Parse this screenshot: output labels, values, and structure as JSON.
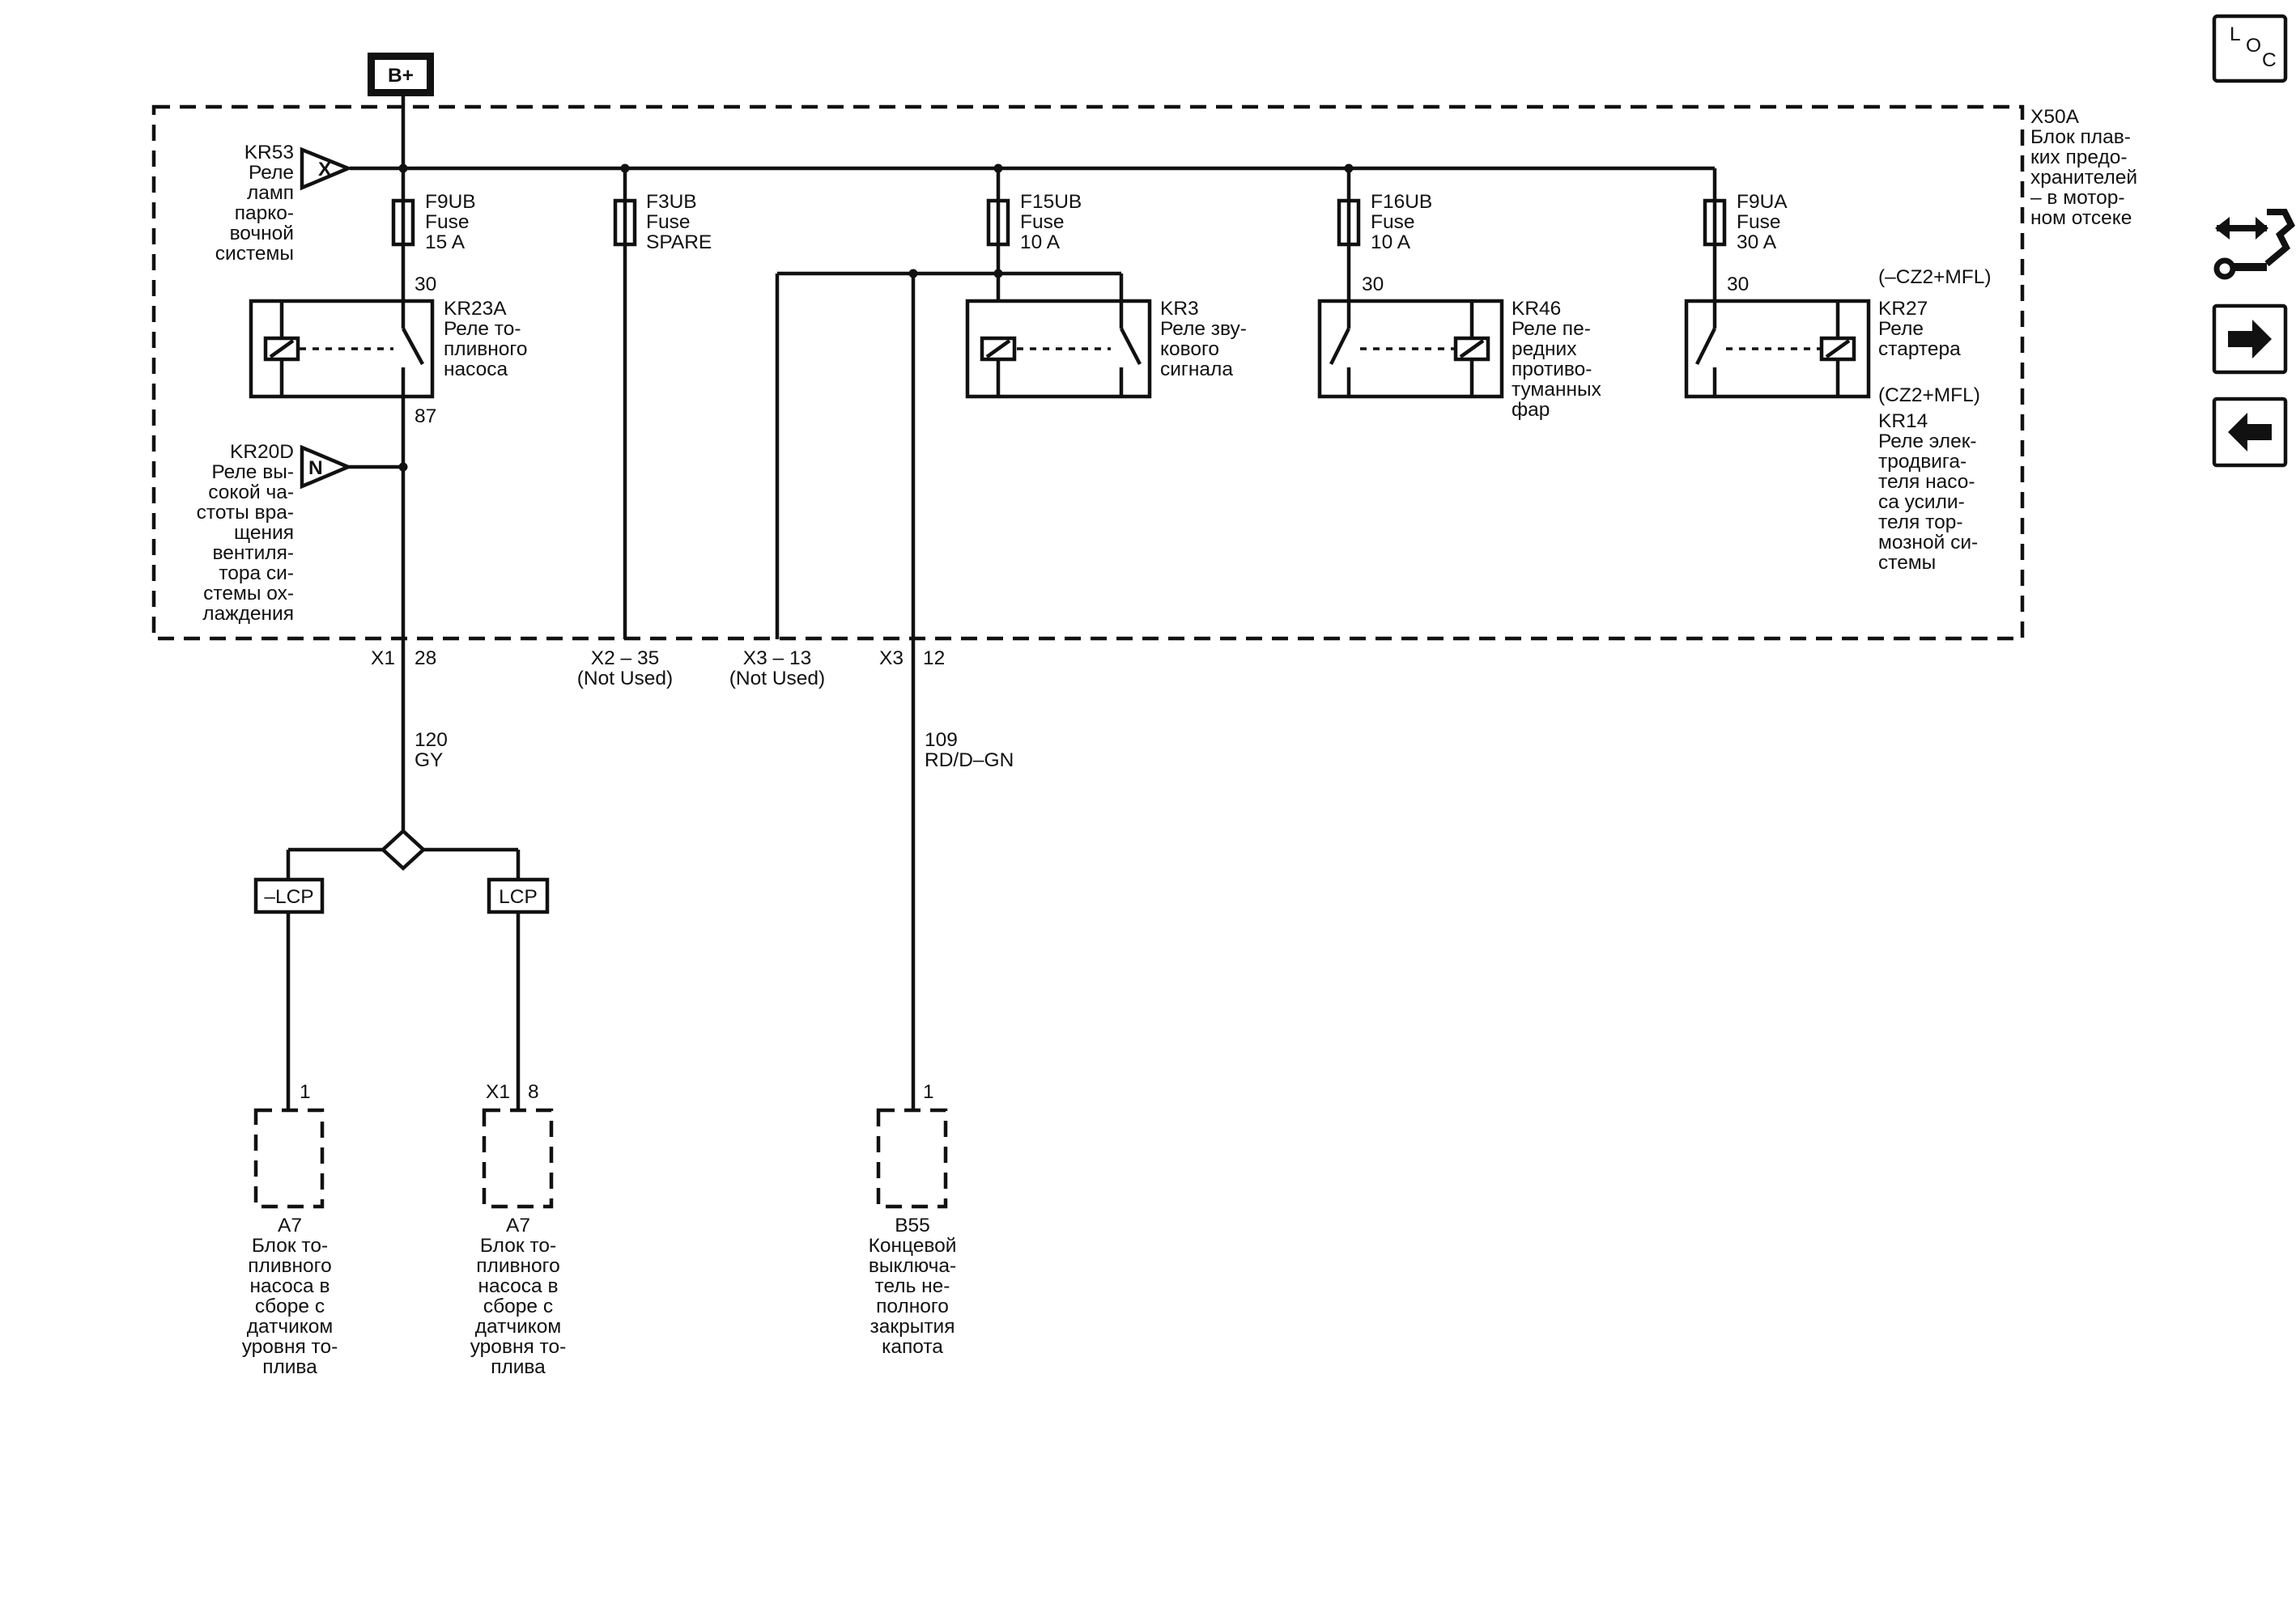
{
  "battery": {
    "label": "B+"
  },
  "fuse_block": {
    "lines": [
      "X50A",
      "Блок плав-",
      "ких предо-",
      "хранителей",
      "– в мотор-",
      "ном отсеке"
    ]
  },
  "inputs": {
    "kr53": {
      "symbol": "X",
      "lines": [
        "KR53",
        "Реле",
        "ламп",
        "парко-",
        "вочной",
        "системы"
      ]
    },
    "kr20d": {
      "symbol": "N",
      "lines": [
        "KR20D",
        "Реле вы-",
        "сокой ча-",
        "стоты вра-",
        "щения",
        "вентиля-",
        "тора си-",
        "стемы ох-",
        "лаждения"
      ]
    }
  },
  "fuses": [
    {
      "id": "f9ub",
      "lines": [
        "F9UB",
        "Fuse",
        "15 A"
      ]
    },
    {
      "id": "f3ub",
      "lines": [
        "F3UB",
        "Fuse",
        "SPARE"
      ]
    },
    {
      "id": "f15ub",
      "lines": [
        "F15UB",
        "Fuse",
        "10 A"
      ]
    },
    {
      "id": "f16ub",
      "lines": [
        "F16UB",
        "Fuse",
        "10 A"
      ]
    },
    {
      "id": "f9ua",
      "lines": [
        "F9UA",
        "Fuse",
        "30 A"
      ]
    }
  ],
  "relays": [
    {
      "id": "kr23a",
      "pin_in": "30",
      "pin_out": "87",
      "lines": [
        "KR23A",
        "Реле то-",
        "пливного",
        "насоса"
      ]
    },
    {
      "id": "kr3",
      "lines": [
        "KR3",
        "Реле зву-",
        "кового",
        "сигнала"
      ]
    },
    {
      "id": "kr46",
      "pin_in": "30",
      "lines": [
        "KR46",
        "Реле пе-",
        "редних",
        "противо-",
        "туманных",
        "фар"
      ]
    },
    {
      "id": "kr27",
      "pin_in": "30",
      "option_top": "(–CZ2+MFL)",
      "option_bottom": "(CZ2+MFL)",
      "lines": [
        "KR27",
        "Реле",
        "стартера"
      ],
      "alt_lines": [
        "KR14",
        "Реле элек-",
        "тродвига-",
        "теля насо-",
        "са усили-",
        "теля тор-",
        "мозной си-",
        "стемы"
      ]
    }
  ],
  "connectors": {
    "x1_28": {
      "connector": "X1",
      "pin": "28"
    },
    "x2_35": {
      "label": "X2 – 35",
      "note": "(Not Used)"
    },
    "x3_13": {
      "label": "X3 – 13",
      "note": "(Not Used)"
    },
    "x3_12": {
      "connector": "X3",
      "pin": "12"
    }
  },
  "wires": {
    "w120": {
      "circuit": "120",
      "color": "GY"
    },
    "w109": {
      "circuit": "109",
      "color": "RD/D–GN"
    }
  },
  "options": {
    "left": "–LCP",
    "right": "LCP"
  },
  "components": [
    {
      "id": "a7_left",
      "pin": "1",
      "lines": [
        "A7",
        "Блок то-",
        "пливного",
        "насоса в",
        "сборе с",
        "датчиком",
        "уровня то-",
        "плива"
      ]
    },
    {
      "id": "a7_right",
      "connector": "X1",
      "pin": "8",
      "lines": [
        "A7",
        "Блок то-",
        "пливного",
        "насоса в",
        "сборе с",
        "датчиком",
        "уровня то-",
        "плива"
      ]
    },
    {
      "id": "b55",
      "pin": "1",
      "lines": [
        "B55",
        "Концевой",
        "выключа-",
        "тель не-",
        "полного",
        "закрытия",
        "капота"
      ]
    }
  ],
  "nav": {
    "loc": {
      "l": "L",
      "o": "O",
      "c": "C"
    },
    "buttons": [
      "connector-end-view-icon",
      "arrow-right-icon",
      "arrow-left-icon"
    ]
  }
}
